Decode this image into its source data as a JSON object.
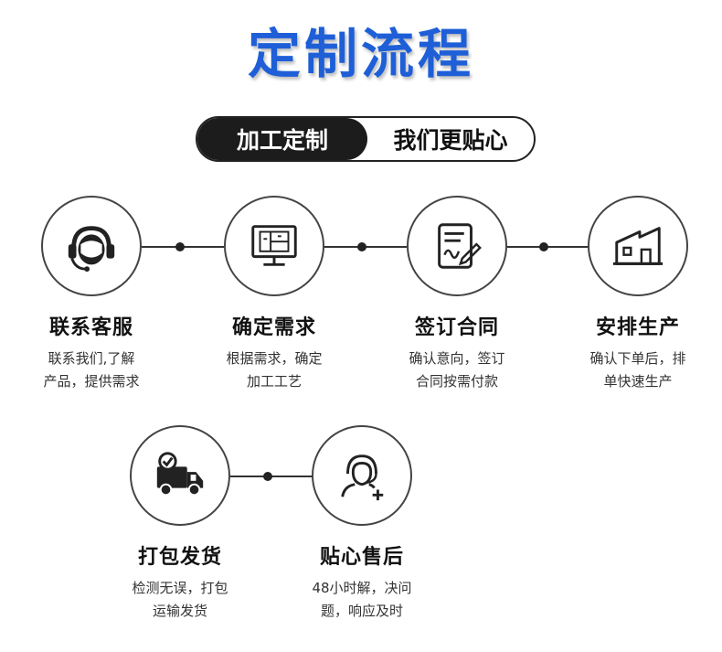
{
  "title": "定制流程",
  "banner": {
    "left": "加工定制",
    "right": "我们更贴心"
  },
  "steps": [
    {
      "icon": "headset-icon",
      "title": "联系客服",
      "desc1": "联系我们,了解",
      "desc2": "产品，提供需求"
    },
    {
      "icon": "blueprint-monitor-icon",
      "title": "确定需求",
      "desc1": "根据需求，确定",
      "desc2": "加工工艺"
    },
    {
      "icon": "contract-sign-icon",
      "title": "签订合同",
      "desc1": "确认意向，签订",
      "desc2": "合同按需付款"
    },
    {
      "icon": "factory-icon",
      "title": "安排生产",
      "desc1": "确认下单后，排",
      "desc2": "单快速生产"
    },
    {
      "icon": "delivery-truck-icon",
      "title": "打包发货",
      "desc1": "检测无误，打包",
      "desc2": "运输发货"
    },
    {
      "icon": "customer-service-icon",
      "title": "贴心售后",
      "desc1": "48小时解，决问",
      "desc2": "题，响应及时"
    }
  ],
  "colors": {
    "title": "#1e5fd8",
    "dark": "#1c1c1c",
    "line": "#333333"
  }
}
